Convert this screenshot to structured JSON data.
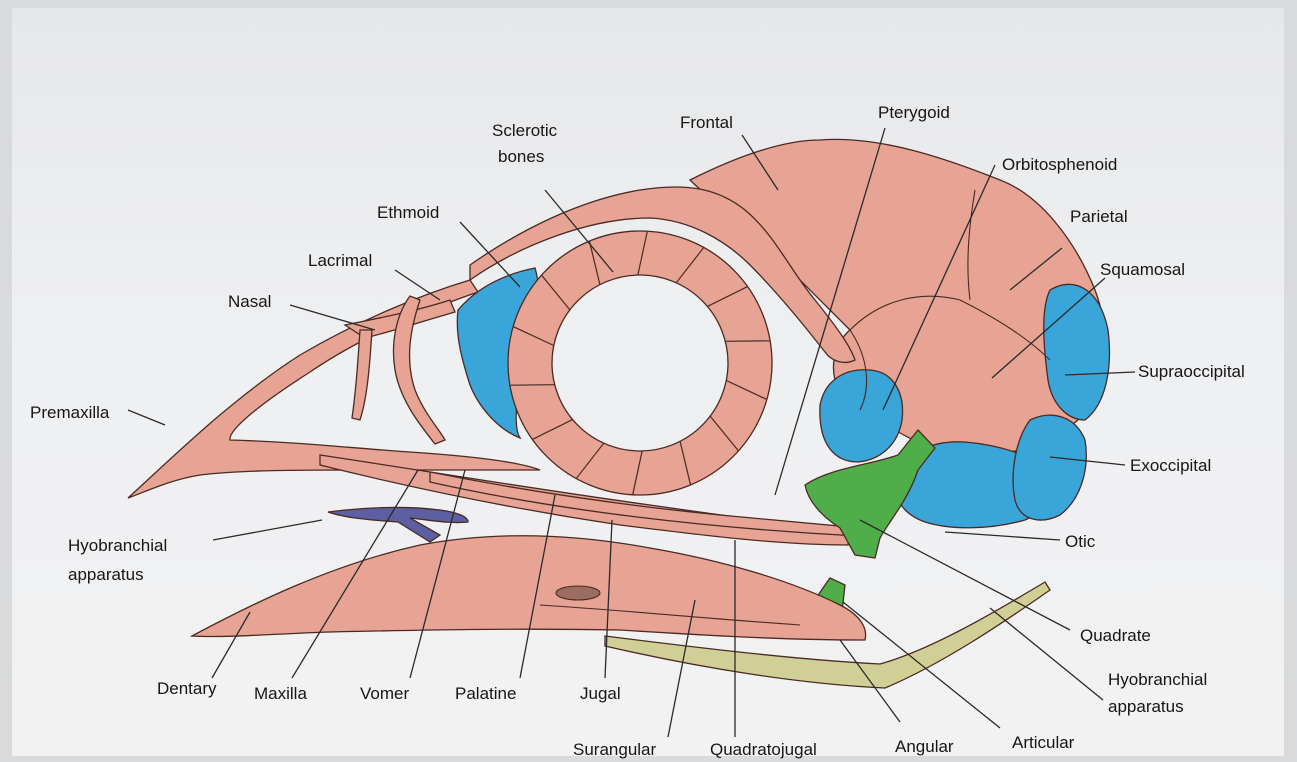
{
  "labels": {
    "frontal": "Frontal",
    "pterygoid": "Pterygoid",
    "sclerotic_1": "Sclerotic",
    "sclerotic_2": "bones",
    "orbitosphenoid": "Orbitosphenoid",
    "ethmoid": "Ethmoid",
    "parietal": "Parietal",
    "lacrimal": "Lacrimal",
    "squamosal": "Squamosal",
    "nasal": "Nasal",
    "supraoccipital": "Supraoccipital",
    "premaxilla": "Premaxilla",
    "exoccipital": "Exoccipital",
    "otic": "Otic",
    "hyobranchial_left_1": "Hyobranchial",
    "hyobranchial_left_2": "apparatus",
    "quadrate": "Quadrate",
    "hyobranchial_right_1": "Hyobranchial",
    "hyobranchial_right_2": "apparatus",
    "dentary": "Dentary",
    "maxilla": "Maxilla",
    "vomer": "Vomer",
    "palatine": "Palatine",
    "jugal": "Jugal",
    "surangular": "Surangular",
    "quadratojugal": "Quadratojugal",
    "angular": "Angular",
    "articular": "Articular"
  },
  "colors": {
    "bone_pink": "#e7a394",
    "cartilage_blue": "#3aa5d8",
    "quadrate_green": "#4fae49",
    "hyoid_yellow": "#cfcf96",
    "hyoid_violet": "#5d5fa3"
  }
}
